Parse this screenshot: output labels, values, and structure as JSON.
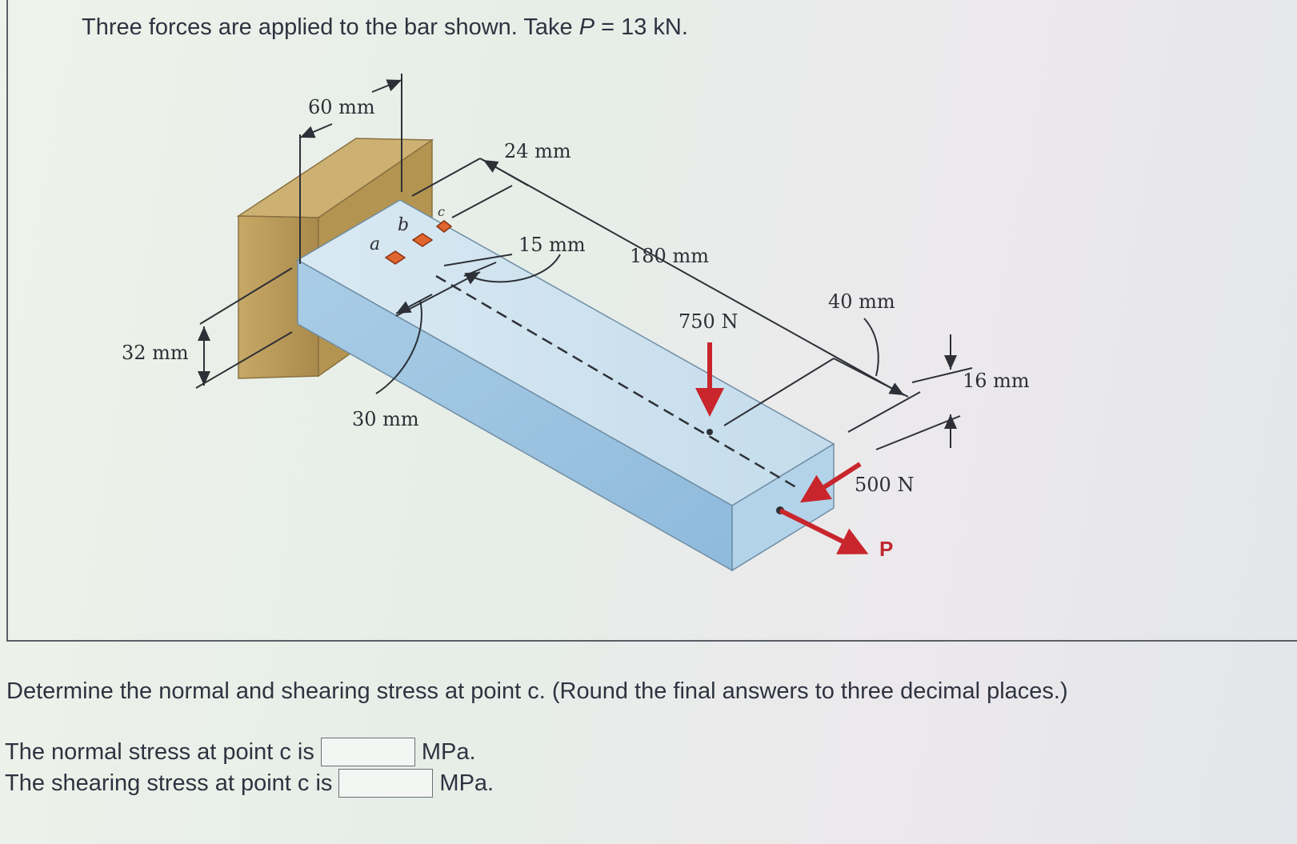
{
  "problem": {
    "intro_prefix": "Three forces are applied to the bar shown. Take ",
    "intro_var": "P",
    "intro_suffix": " = 13 kN.",
    "question": "Determine the normal and shearing stress at point c. (Round the final answers to three decimal places.)"
  },
  "figure": {
    "dims": {
      "d60": "60 mm",
      "d24": "24 mm",
      "d15": "15 mm",
      "d180": "180 mm",
      "d40": "40 mm",
      "d32": "32 mm",
      "d30": "30 mm",
      "d16": "16 mm"
    },
    "points": {
      "a": "a",
      "b": "b",
      "c": "c",
      "C": "C"
    },
    "forces": {
      "f750": "750 N",
      "f500": "500 N",
      "P": "P"
    },
    "colors": {
      "force": "#c8262c",
      "bar_top": "#cfe3ef",
      "bar_front": "#9fc6e3",
      "wall": "#b9995a",
      "marker": "#e0652e"
    }
  },
  "answers": {
    "normal": {
      "label": "The normal stress at point c is",
      "value": "",
      "unit": "MPa."
    },
    "shear": {
      "label": "The shearing stress at point c is",
      "value": "",
      "unit": "MPa."
    }
  }
}
